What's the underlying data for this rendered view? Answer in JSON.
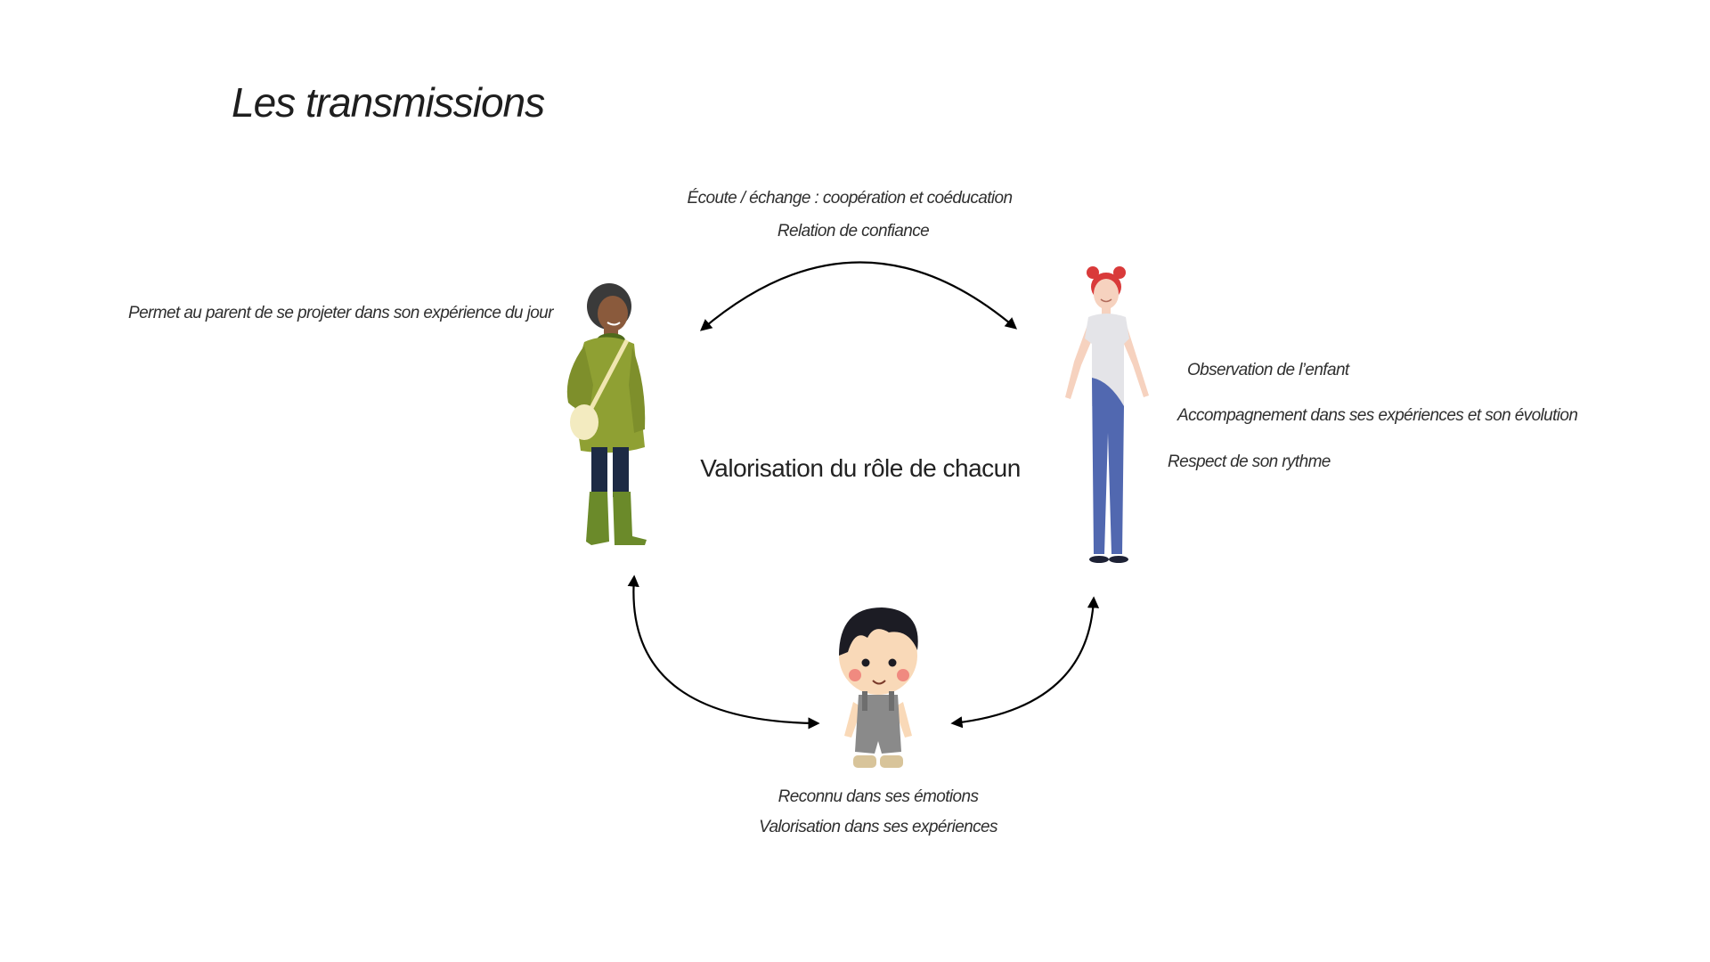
{
  "title": "Les transmissions",
  "center_label": "Valorisation du rôle de chacun",
  "top_labels": [
    "Écoute / échange : coopération et coéducation",
    "Relation de confiance"
  ],
  "parent_label": "Permet au parent de se projeter dans son expérience du jour",
  "professional_labels": [
    "Observation de l’enfant",
    "Accompagnement dans ses expériences et son évolution",
    "Respect de son rythme"
  ],
  "child_labels": [
    "Reconnu dans ses émotions",
    "Valorisation dans ses expériences"
  ],
  "colors": {
    "arrow": "#000000",
    "parent_coat": "#8fa033",
    "parent_boots": "#6b8a2a",
    "professional_hair": "#d93a3a",
    "professional_pants": "#5168b0",
    "child_overalls": "#8a8a8a"
  },
  "figures": {
    "parent": "woman-parent-illustration",
    "professional": "woman-professional-illustration",
    "child": "child-illustration"
  }
}
